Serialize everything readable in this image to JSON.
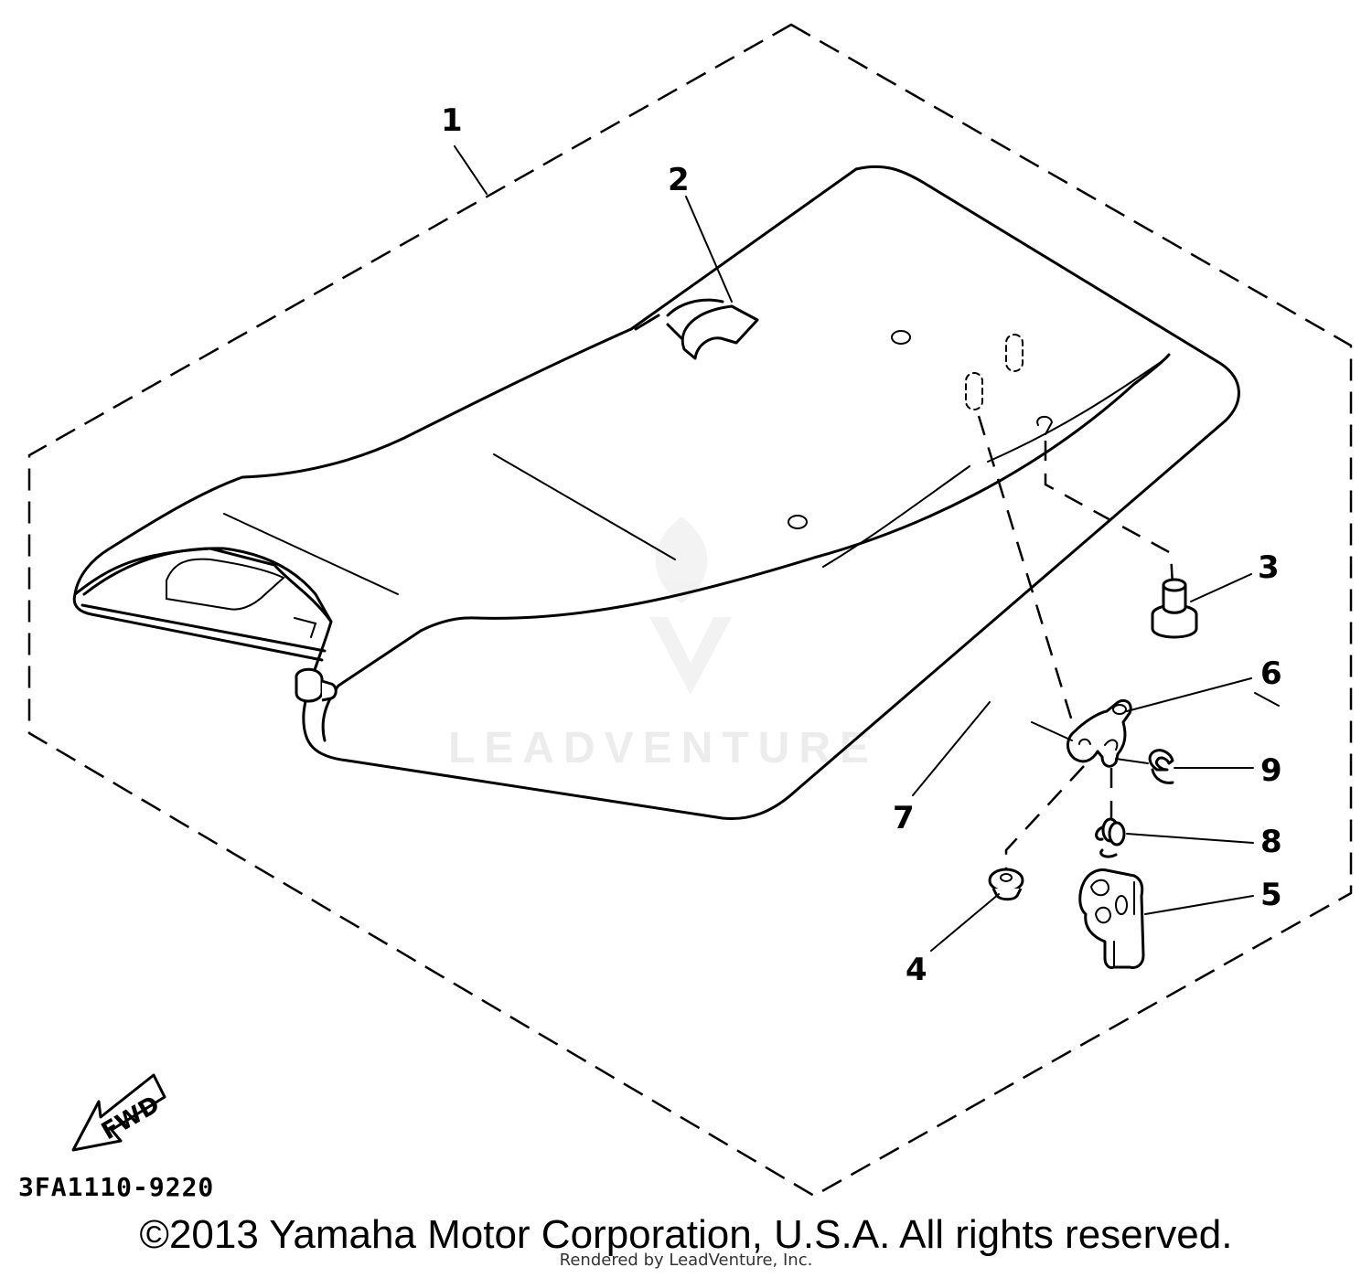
{
  "diagram": {
    "callouts": [
      {
        "id": "1",
        "label": "1"
      },
      {
        "id": "2",
        "label": "2"
      },
      {
        "id": "3",
        "label": "3"
      },
      {
        "id": "4",
        "label": "4"
      },
      {
        "id": "5",
        "label": "5"
      },
      {
        "id": "6",
        "label": "6"
      },
      {
        "id": "7",
        "label": "7"
      },
      {
        "id": "8",
        "label": "8"
      },
      {
        "id": "9",
        "label": "9"
      }
    ],
    "fwd_label": "FWD",
    "part_number": "3FA1110-9220",
    "watermark": "LEADVENTURE"
  },
  "footer": {
    "copyright": "©2013 Yamaha Motor Corporation, U.S.A. All rights reserved.",
    "rendered_by": "Rendered by LeadVenture, Inc."
  }
}
